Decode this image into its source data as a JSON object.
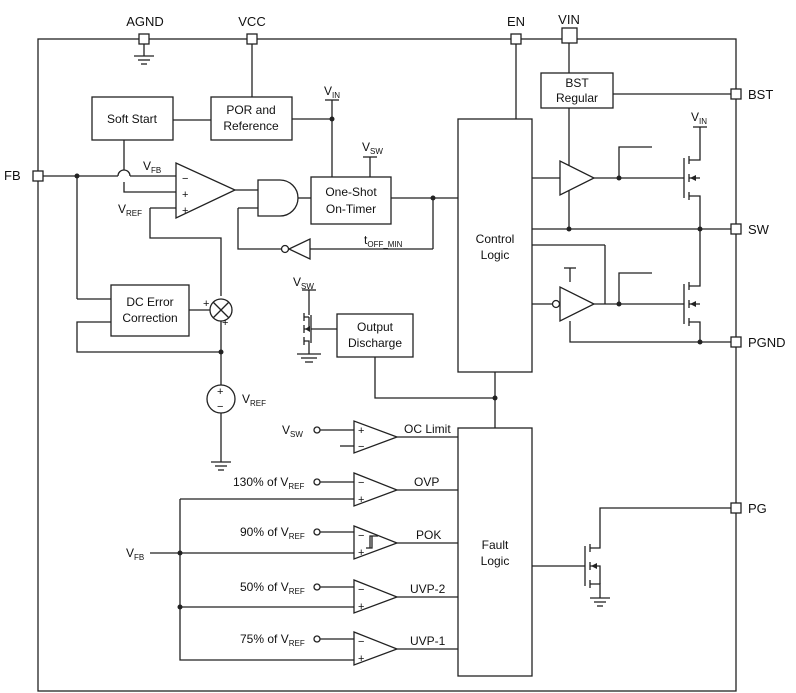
{
  "pins": {
    "agnd": "AGND",
    "vcc": "VCC",
    "en": "EN",
    "vin": "VIN",
    "bst": "BST",
    "sw": "SW",
    "pgnd": "PGND",
    "pg": "PG",
    "fb": "FB"
  },
  "blocks": {
    "soft_start": "Soft Start",
    "por_line1": "POR and",
    "por_line2": "Reference",
    "bst_line1": "BST",
    "bst_line2": "Regular",
    "one_shot_line1": "One-Shot",
    "one_shot_line2": "On-Timer",
    "control_line1": "Control",
    "control_line2": "Logic",
    "dc_error_line1": "DC Error",
    "dc_error_line2": "Correction",
    "output_discharge_line1": "Output",
    "output_discharge_line2": "Discharge",
    "fault_line1": "Fault",
    "fault_line2": "Logic"
  },
  "signals": {
    "v_main": "V",
    "t_main": "t",
    "sub_fb": "FB",
    "sub_ref": "REF",
    "sub_in": "IN",
    "sub_sw": "SW",
    "sub_off_min": "OFF_MIN",
    "vfb_input_main": "V",
    "vfb_input_sub": "FB"
  },
  "comparators": {
    "oc_limit": "OC Limit",
    "ovp": "OVP",
    "pok": "POK",
    "uvp2": "UVP-2",
    "uvp1": "UVP-1",
    "ovp_ref_prefix": "130% of V",
    "pok_ref_prefix": "90% of V",
    "uvp2_ref_prefix": "50% of V",
    "uvp1_ref_prefix": "75% of V"
  },
  "symbols": {
    "plus": "+",
    "minus": "−"
  }
}
